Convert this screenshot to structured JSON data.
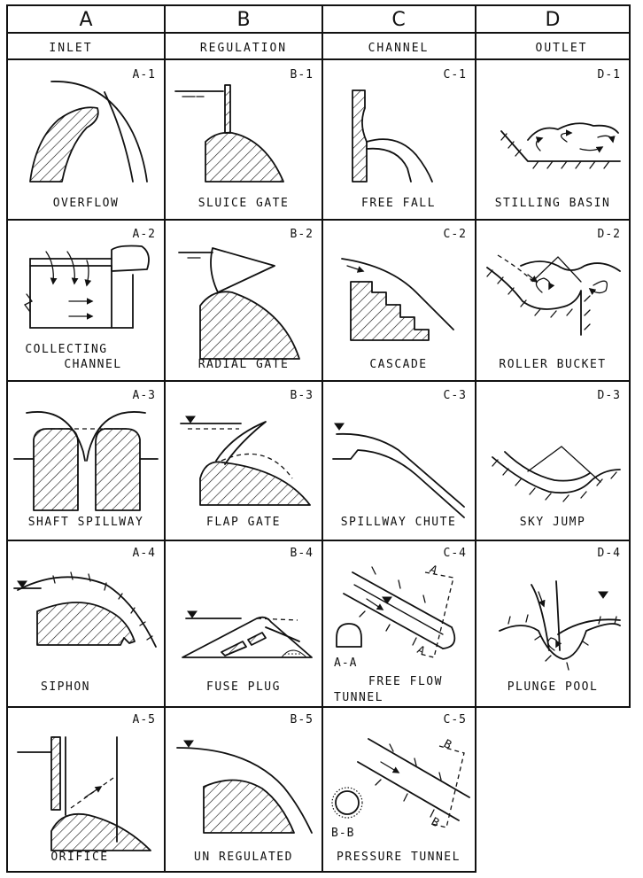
{
  "columns": [
    {
      "letter": "A",
      "title": "INLET"
    },
    {
      "letter": "B",
      "title": "REGULATION"
    },
    {
      "letter": "C",
      "title": "CHANNEL"
    },
    {
      "letter": "D",
      "title": "OUTLET"
    }
  ],
  "cells": {
    "a1": {
      "id": "A-1",
      "label": "OVERFLOW"
    },
    "b1": {
      "id": "B-1",
      "label": "SLUICE GATE"
    },
    "c1": {
      "id": "C-1",
      "label": "FREE FALL"
    },
    "d1": {
      "id": "D-1",
      "label": "STILLING BASIN"
    },
    "a2": {
      "id": "A-2",
      "label_line1": "COLLECTING",
      "label_line2": "CHANNEL"
    },
    "b2": {
      "id": "B-2",
      "label": "RADIAL GATE"
    },
    "c2": {
      "id": "C-2",
      "label": "CASCADE"
    },
    "d2": {
      "id": "D-2",
      "label": "ROLLER BUCKET"
    },
    "a3": {
      "id": "A-3",
      "label": "SHAFT SPILLWAY"
    },
    "b3": {
      "id": "B-3",
      "label": "FLAP GATE"
    },
    "c3": {
      "id": "C-3",
      "label": "SPILLWAY CHUTE"
    },
    "d3": {
      "id": "D-3",
      "label": "SKY JUMP"
    },
    "a4": {
      "id": "A-4",
      "label": "SIPHON"
    },
    "b4": {
      "id": "B-4",
      "label": "FUSE PLUG"
    },
    "c4": {
      "id": "C-4",
      "label_line1": "FREE FLOW",
      "label_line2": "TUNNEL",
      "section_label": "A-A",
      "section_mark": "A"
    },
    "d4": {
      "id": "D-4",
      "label": "PLUNGE POOL"
    },
    "a5": {
      "id": "A-5",
      "label": "ORIFICE"
    },
    "b5": {
      "id": "B-5",
      "label": "UN REGULATED"
    },
    "c5": {
      "id": "C-5",
      "label": "PRESSURE TUNNEL",
      "section_label": "B-B",
      "section_mark": "B"
    }
  }
}
